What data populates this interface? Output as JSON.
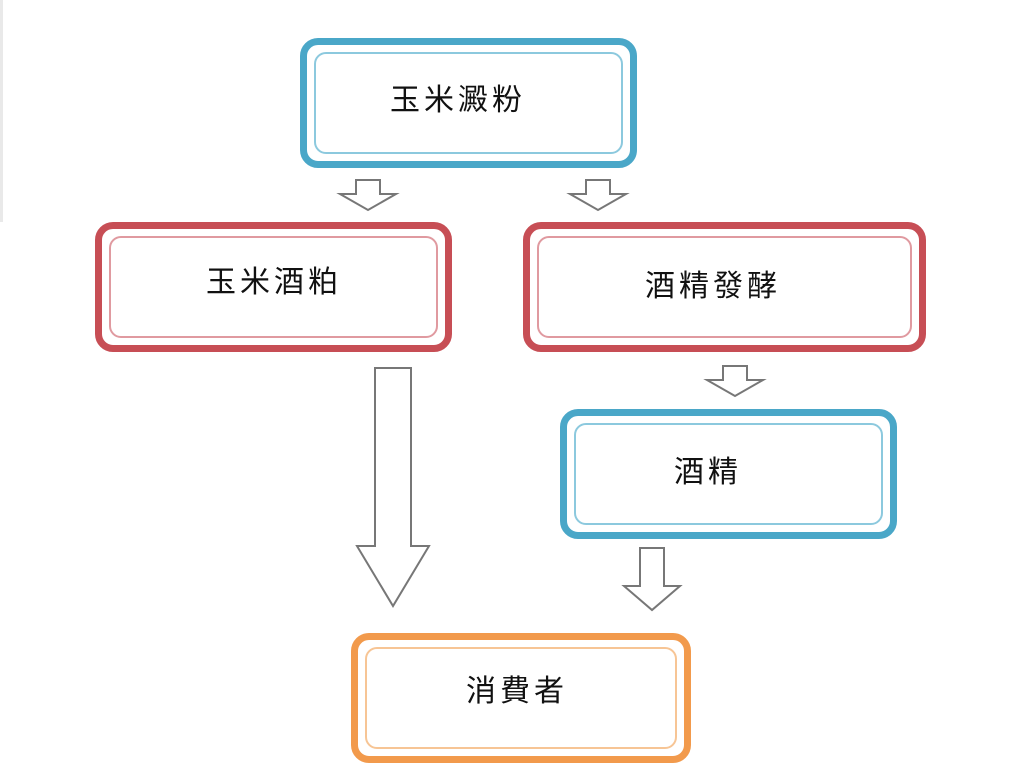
{
  "diagram": {
    "nodes": {
      "corn_starch": {
        "label": "玉米澱粉",
        "color": "#4aa7c8"
      },
      "corn_distillers_grains": {
        "label": "玉米酒粕",
        "color": "#c74e55"
      },
      "alcohol_fermentation": {
        "label": "酒精發酵",
        "color": "#c74e55"
      },
      "alcohol": {
        "label": "酒精",
        "color": "#4aa7c8"
      },
      "consumer": {
        "label": "消費者",
        "color": "#f29a4c"
      }
    },
    "edges": [
      {
        "from": "corn_starch",
        "to": "corn_distillers_grains"
      },
      {
        "from": "corn_starch",
        "to": "alcohol_fermentation"
      },
      {
        "from": "alcohol_fermentation",
        "to": "alcohol"
      },
      {
        "from": "alcohol",
        "to": "consumer"
      },
      {
        "from": "corn_distillers_grains",
        "to": "consumer"
      }
    ]
  }
}
